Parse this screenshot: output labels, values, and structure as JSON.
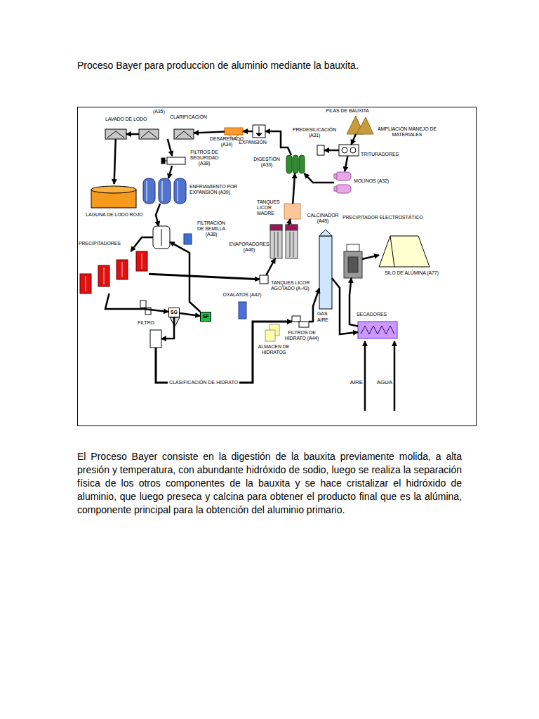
{
  "diagram": {
    "title": "Proceso Bayer para produccion de aluminio mediante la bauxita.",
    "caption": "El Proceso Bayer consiste en la digestión de la bauxita previamente molida, a alta presión y temperatura, con abundante hidróxido de sodio, luego se realiza la separación física de los otros componentes de la bauxita y se hace cristalizar el hidróxido de aluminio, que luego preseca y calcina para obtener el producto final que es la alúmina, componente principal para la obtención del aluminio primario.",
    "nodes": [
      {
        "text": [
          "LAVADO DE LODO"
        ]
      },
      {
        "text": [
          "CLARIFICACIÓN"
        ]
      },
      {
        "text": [
          "DESARENADO (A34)"
        ]
      },
      {
        "text": [
          "EXPANSIÓN"
        ]
      },
      {
        "text": [
          "PILAS DE BAUXITA"
        ]
      },
      {
        "text": [
          "PREDESILICACIÓN (A31)"
        ]
      },
      {
        "text": [
          "TRITURADORES"
        ]
      },
      {
        "text": [
          "FILTROS DE SEGURIDAD (A38)"
        ]
      },
      {
        "text": [
          "DIGESTIÓN (A33)"
        ]
      },
      {
        "text": [
          "MOLINOS (A32)"
        ]
      },
      {
        "text": [
          "ENFRIAMIENTO POR EXPANSIÓN (A39)"
        ]
      },
      {
        "text": [
          "LAGUNA DE LODO ROJO"
        ]
      },
      {
        "text": [
          "TANQUES LICOR MADRE"
        ]
      },
      {
        "text": [
          "FILTRACIÓN DE SEMILLA (A38)"
        ]
      },
      {
        "text": [
          "PRECIPITADORES"
        ]
      },
      {
        "text": [
          "EVAPORADORES (A46)"
        ]
      },
      {
        "text": [
          "CALCINADOR (A45)"
        ]
      },
      {
        "text": [
          "PRECIPITADOR ELECTROSTÁTICO"
        ]
      },
      {
        "text": [
          "SILO DE ALÚMINA (A77)"
        ]
      },
      {
        "text": [
          "OXALATOS (A42)"
        ]
      },
      {
        "text": [
          "TANQUES LICOR AGOTADO (A-43)"
        ]
      },
      {
        "text": [
          "FILTRO"
        ]
      },
      {
        "text": [
          "SG"
        ]
      },
      {
        "text": [
          "SF"
        ]
      },
      {
        "text": [
          "FILTROS DE HIDRATO (A44)"
        ]
      },
      {
        "text": [
          "ALMACEN DE HIDRATOS"
        ]
      },
      {
        "text": [
          "SECADORES"
        ]
      }
    ],
    "edges": [
      {
        "from": 4,
        "to": 6,
        "arrow": "to"
      },
      {
        "from": 6,
        "to": 5,
        "arrow": "to"
      },
      {
        "from": 6,
        "to": 9,
        "arrow": "to"
      },
      {
        "from": 9,
        "to": 8,
        "arrow": "to"
      },
      {
        "from": 8,
        "to": 3,
        "arrow": "to"
      },
      {
        "from": 3,
        "to": 2,
        "arrow": "to"
      },
      {
        "from": 2,
        "to": 1,
        "arrow": "to"
      },
      {
        "from": 1,
        "to": 0,
        "arrow": "to"
      },
      {
        "from": 0,
        "to": 11,
        "arrow": "to"
      },
      {
        "from": 1,
        "to": 7,
        "arrow": "to"
      },
      {
        "from": 7,
        "to": 10,
        "arrow": "to"
      },
      {
        "from": 10,
        "to": 13,
        "arrow": "to"
      },
      {
        "from": 13,
        "to": 14,
        "arrow": "to"
      },
      {
        "from": 14,
        "to": 22,
        "arrow": "to"
      },
      {
        "from": 22,
        "to": 23,
        "arrow": "to"
      },
      {
        "from": 22,
        "to": 21,
        "arrow": "to"
      },
      {
        "from": 23,
        "to": 13,
        "arrow": "to"
      },
      {
        "from": 14,
        "to": 20,
        "arrow": "to"
      },
      {
        "from": 20,
        "to": 15,
        "arrow": "to"
      },
      {
        "from": 15,
        "to": 12,
        "arrow": "to"
      },
      {
        "from": 12,
        "to": 8,
        "arrow": "to"
      },
      {
        "from": 21,
        "to": 24,
        "label": "CLASIFICACIÓN DE HIDRATO",
        "arrow": "to"
      },
      {
        "from": 24,
        "to": 16,
        "arrow": "to"
      },
      {
        "from": 16,
        "to": 26,
        "arrow": "to"
      },
      {
        "from": 26,
        "to": 17,
        "arrow": "to"
      },
      {
        "from": 17,
        "to": 18,
        "arrow": "to"
      }
    ],
    "labels": [
      "(A35)",
      "AMPLIACIÓN MANEJO DE MATERIALES",
      "GAS",
      "AIRE",
      "AIRE",
      "AGUA"
    ]
  }
}
